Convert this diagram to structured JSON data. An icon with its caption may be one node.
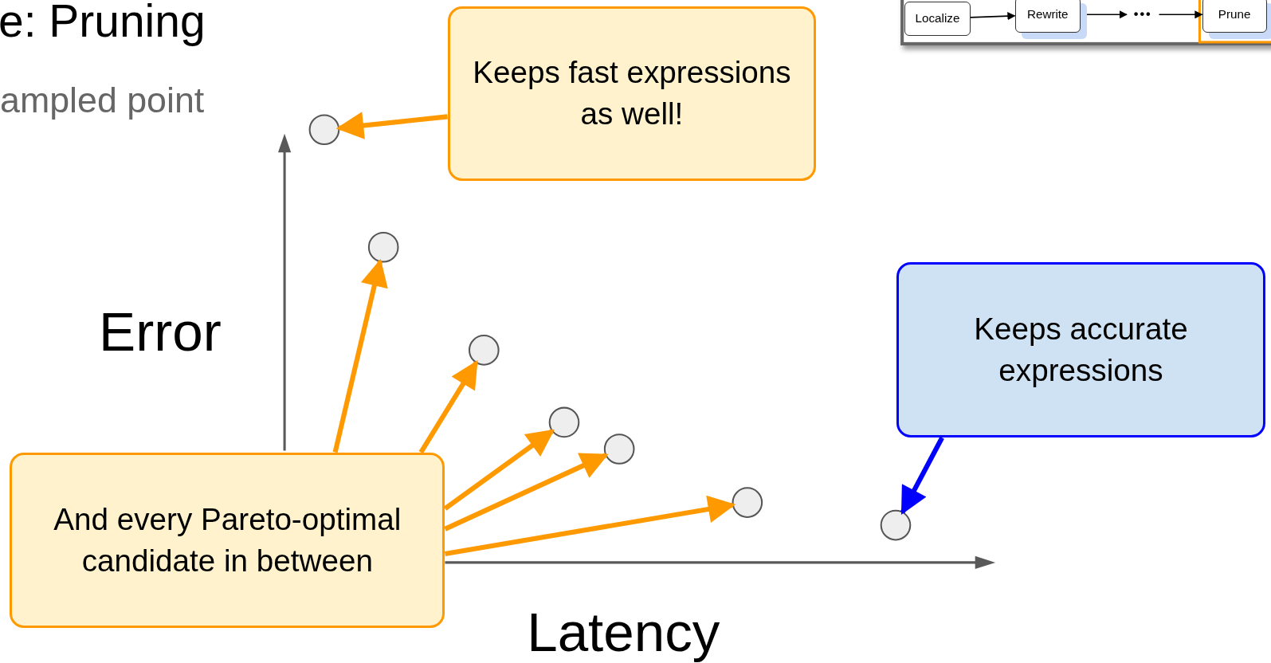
{
  "diagram": {
    "title": "e: Pruning",
    "nodes": [
      {
        "text": [
          "Keeps fast expressions as well!"
        ]
      },
      {
        "text": [],
        "shape": "circle"
      },
      {
        "text": [],
        "shape": "circle"
      },
      {
        "text": [],
        "shape": "circle"
      },
      {
        "text": [],
        "shape": "circle"
      },
      {
        "text": [],
        "shape": "circle"
      },
      {
        "text": [],
        "shape": "circle"
      },
      {
        "text": [],
        "shape": "circle"
      },
      {
        "text": [
          "And every Pareto-optimal candidate in between"
        ]
      },
      {
        "text": [
          "Keeps accurate expressions"
        ]
      },
      {
        "text": [
          "Localize"
        ]
      },
      {
        "text": [
          "Rewrite"
        ]
      },
      {
        "text": [
          "Prune"
        ]
      },
      {
        "text": [
          "•••"
        ]
      }
    ],
    "edges": [
      {
        "from": 0,
        "to": 1,
        "arrow": "to"
      },
      {
        "from": 8,
        "to": 2,
        "arrow": "to"
      },
      {
        "from": 8,
        "to": 3,
        "arrow": "to"
      },
      {
        "from": 8,
        "to": 4,
        "arrow": "to"
      },
      {
        "from": 8,
        "to": 5,
        "arrow": "to"
      },
      {
        "from": 8,
        "to": 6,
        "arrow": "to"
      },
      {
        "from": 9,
        "to": 7,
        "arrow": "to",
        "color": "#0000ff"
      },
      {
        "from": 10,
        "to": 11,
        "arrow": "to",
        "color": "#000000"
      },
      {
        "from": 11,
        "to": 13,
        "arrow": "to",
        "color": "#000000"
      },
      {
        "from": 13,
        "to": 12,
        "arrow": "to",
        "color": "#000000"
      }
    ],
    "labels": [
      "ampled point",
      "Error",
      "Latency"
    ]
  }
}
